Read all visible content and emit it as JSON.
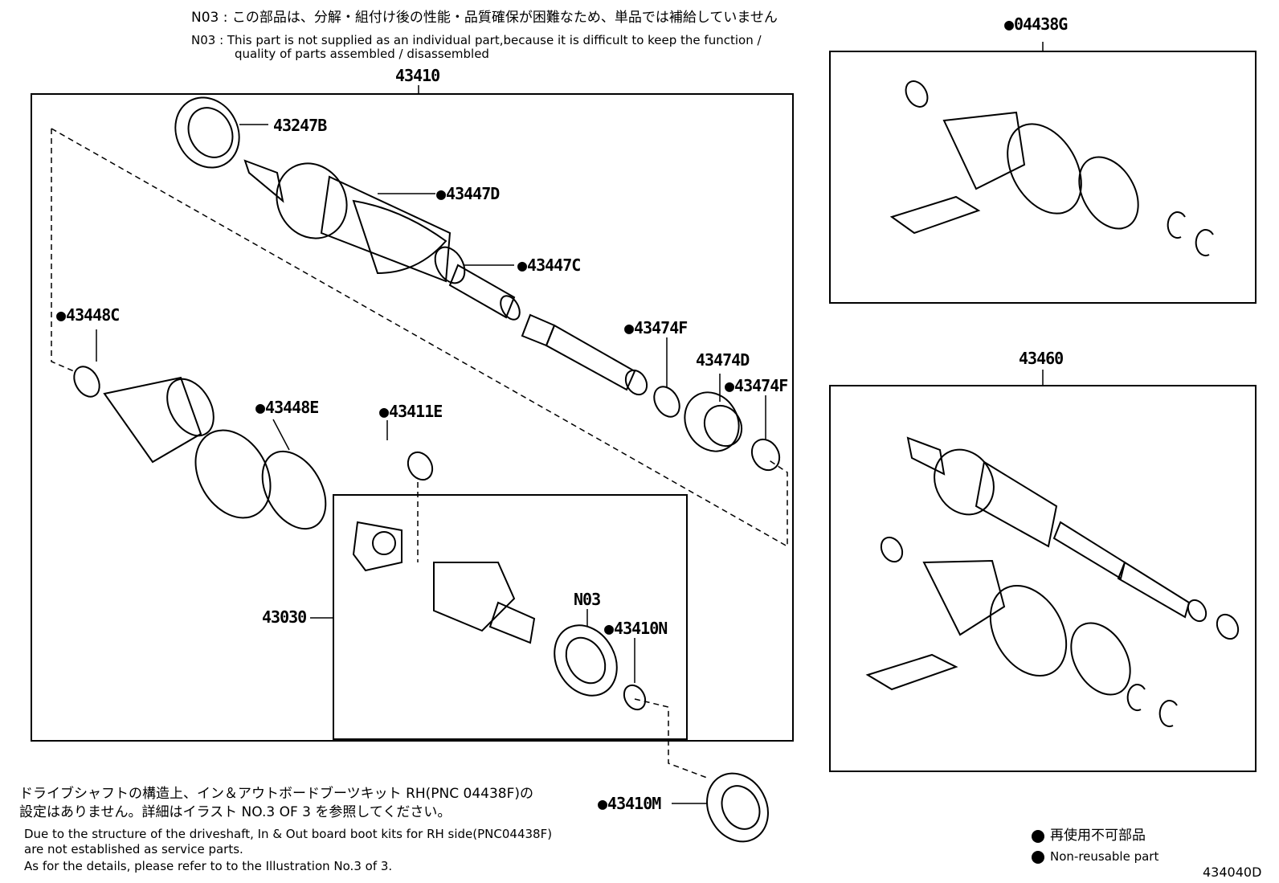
{
  "notes": {
    "n03_jp": "N03 : この部品は、分解・組付け後の性能・品質確保が困難なため、単品では補給していません",
    "n03_en_line1": "N03 :  This part is not supplied as an individual part,because it is difficult to keep the function /",
    "n03_en_line2": "quality of parts assembled / disassembled",
    "bottom_jp_line1": "ドライブシャフトの構造上、イン＆アウトボードブーツキット RH(PNC 04438F)の",
    "bottom_jp_line2": "設定はありません。詳細はイラスト NO.3 OF 3 を参照してください。",
    "bottom_en_line1": "Due to the structure of the driveshaft, In & Out board  boot kits for RH side(PNC04438F)",
    "bottom_en_line2": "are not established as service parts.",
    "bottom_en_line3": "As for the details, please refer to to the Illustration No.3 of 3."
  },
  "legend": {
    "jp": "再使用不可部品",
    "en": "Non-reusable part"
  },
  "labels": {
    "assy_main": "43410",
    "assy_right": "43460",
    "kit_right": "04438G",
    "p43247B": "43247B",
    "p43447D": "43447D",
    "p43447C": "43447C",
    "p43448C": "43448C",
    "p43474F_a": "43474F",
    "p43474D": "43474D",
    "p43474F_b": "43474F",
    "p43448E": "43448E",
    "p43411E": "43411E",
    "p43030": "43030",
    "pN03": "N03",
    "p43410N": "43410N",
    "p43410M": "43410M"
  },
  "figure_id": "434040D"
}
